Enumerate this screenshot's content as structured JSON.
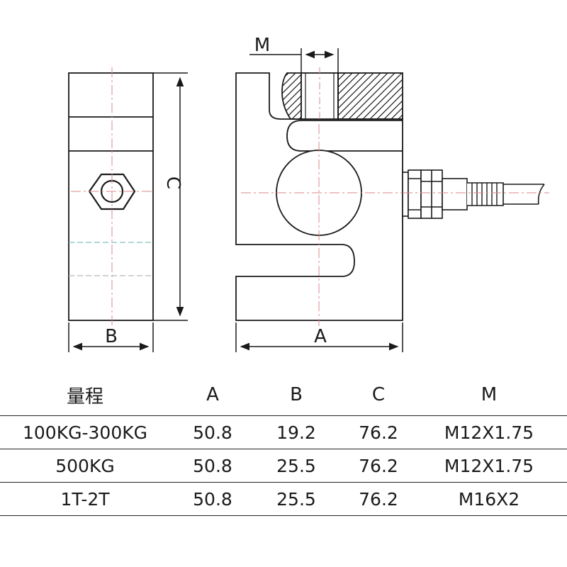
{
  "drawing": {
    "labels": {
      "m": "M",
      "c": "C",
      "b": "B",
      "a": "A"
    },
    "colors": {
      "line": "#1a1a1a",
      "centerline": "#d98a8a",
      "hidden": "#7fbfbf"
    }
  },
  "table": {
    "headers": [
      "量程",
      "A",
      "B",
      "C",
      "M"
    ],
    "rows": [
      [
        "100KG-300KG",
        "50.8",
        "19.2",
        "76.2",
        "M12X1.75"
      ],
      [
        "500KG",
        "50.8",
        "25.5",
        "76.2",
        "M12X1.75"
      ],
      [
        "1T-2T",
        "50.8",
        "25.5",
        "76.2",
        "M16X2"
      ]
    ]
  }
}
